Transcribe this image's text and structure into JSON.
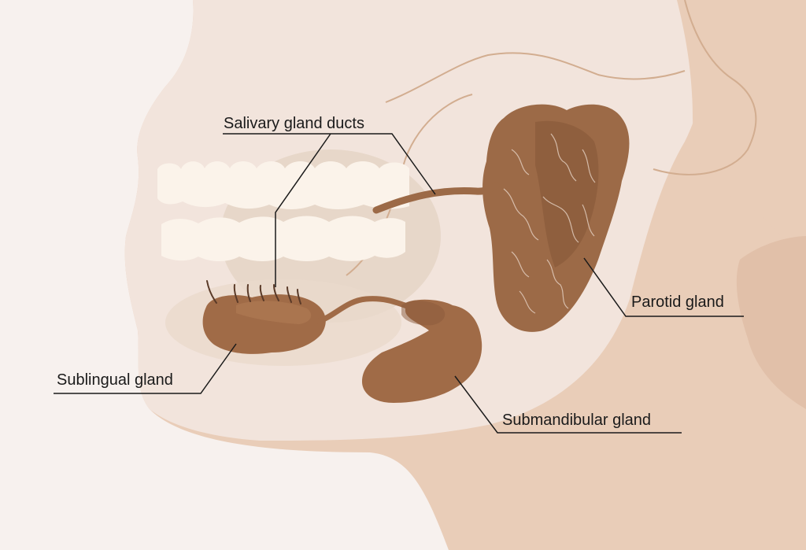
{
  "labels": {
    "salivary_ducts": "Salivary gland ducts",
    "parotid": "Parotid gland",
    "sublingual": "Sublingual gland",
    "submandibular": "Submandibular gland"
  },
  "colors": {
    "background": "#f7f1ee",
    "skin_light": "#f2e4dc",
    "skin_mid": "#e8cdb9",
    "skin_dark": "#dcb89e",
    "gland": "#a06b47",
    "gland_dark": "#7e4f32",
    "teeth": "#fbf3ea",
    "leader_line": "#1a1a1a"
  }
}
